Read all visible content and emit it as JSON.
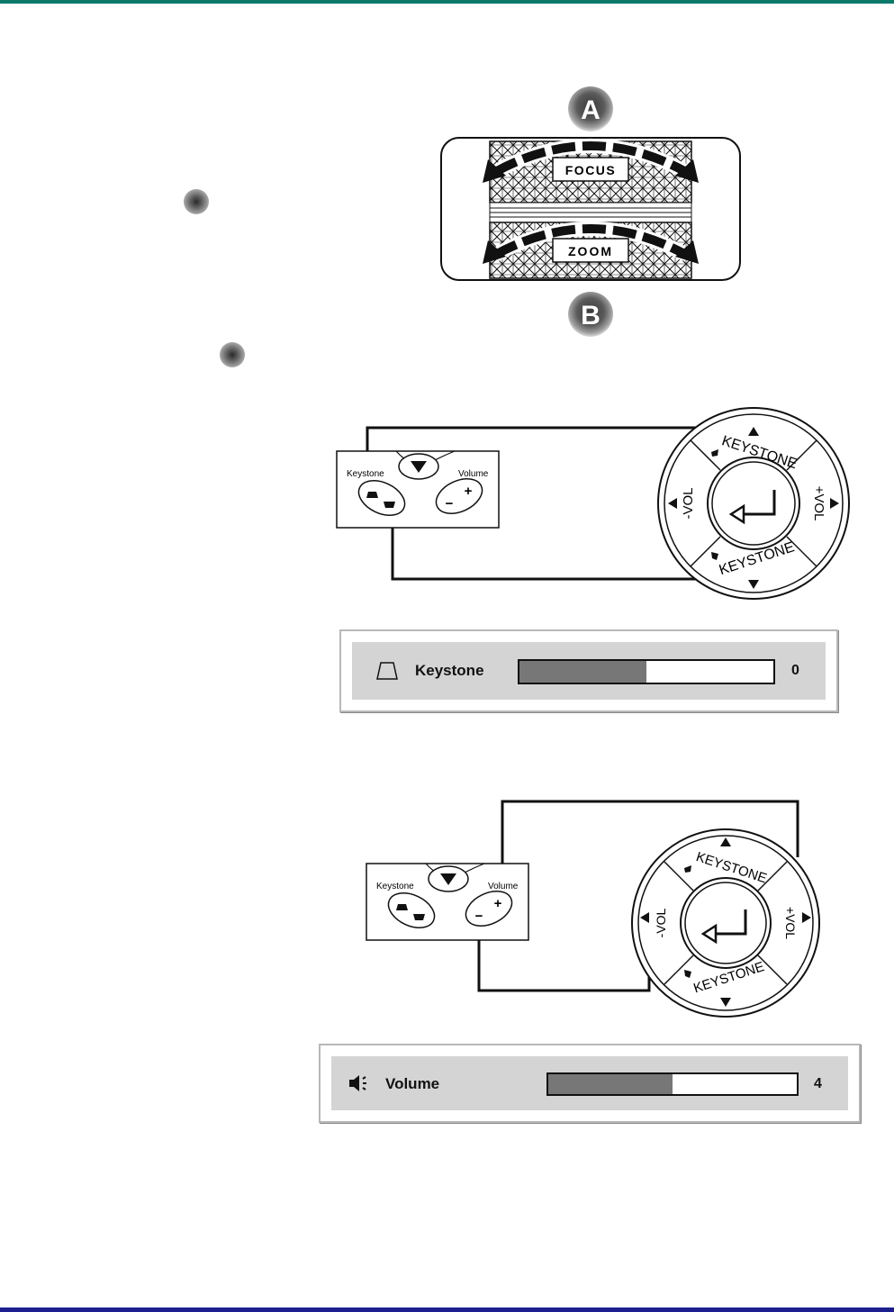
{
  "colors": {
    "top_rule": "#0c7a6b",
    "bottom_rule": "#1d1f8f",
    "osd_fill": "#777777"
  },
  "lens": {
    "callout_a": "A",
    "callout_b": "B",
    "focus_label": "FOCUS",
    "zoom_label": "ZOOM"
  },
  "keystone_diagram": {
    "panel_keystone_label": "Keystone",
    "panel_volume_label": "Volume",
    "pad_keystone_top": "KEYSTONE",
    "pad_keystone_bottom": "KEYSTONE",
    "pad_vol_left": "-VOL",
    "pad_vol_right": "+VOL"
  },
  "keystone_osd": {
    "icon": "keystone-trapezoid-icon",
    "label": "Keystone",
    "value": "0",
    "level": 0.5
  },
  "volume_diagram": {
    "panel_keystone_label": "Keystone",
    "panel_volume_label": "Volume",
    "pad_keystone_top": "KEYSTONE",
    "pad_keystone_bottom": "KEYSTONE",
    "pad_vol_left": "-VOL",
    "pad_vol_right": "+VOL"
  },
  "volume_osd": {
    "icon": "speaker-icon",
    "label": "Volume",
    "value": "4",
    "level": 0.5
  }
}
